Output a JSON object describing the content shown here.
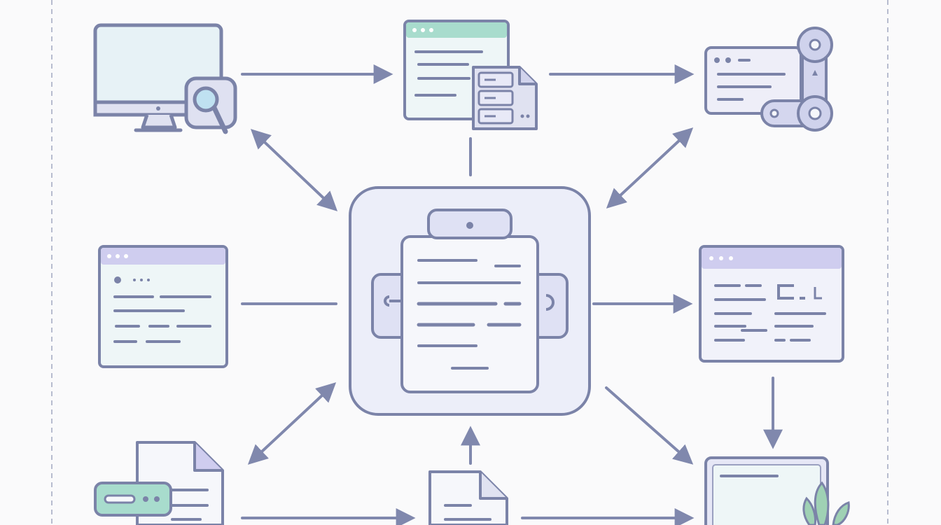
{
  "diagram": {
    "nodes": [
      {
        "id": "monitor-search",
        "icon": "monitor-with-magnifier-icon"
      },
      {
        "id": "browser-database",
        "icon": "browser-window-with-server-icon"
      },
      {
        "id": "window-robot-arm",
        "icon": "window-with-robotic-arm-icon"
      },
      {
        "id": "left-window",
        "icon": "browser-window-icon"
      },
      {
        "id": "central-document-hub",
        "icon": "clipboard-document-icon"
      },
      {
        "id": "right-window",
        "icon": "browser-window-with-code-icon"
      },
      {
        "id": "document-card",
        "icon": "document-with-card-icon"
      },
      {
        "id": "bottom-document",
        "icon": "file-icon"
      },
      {
        "id": "laptop-plant",
        "icon": "laptop-with-plant-icon"
      }
    ],
    "edges": [
      {
        "from": "monitor-search",
        "to": "browser-database",
        "style": "one-way"
      },
      {
        "from": "browser-database",
        "to": "window-robot-arm",
        "style": "one-way"
      },
      {
        "from": "monitor-search",
        "to": "central-document-hub",
        "style": "two-way"
      },
      {
        "from": "window-robot-arm",
        "to": "central-document-hub",
        "style": "two-way"
      },
      {
        "from": "browser-database",
        "to": "central-document-hub",
        "style": "line"
      },
      {
        "from": "left-window",
        "to": "central-document-hub",
        "style": "line"
      },
      {
        "from": "central-document-hub",
        "to": "right-window",
        "style": "one-way"
      },
      {
        "from": "document-card",
        "to": "central-document-hub",
        "style": "two-way"
      },
      {
        "from": "central-document-hub",
        "to": "laptop-plant",
        "style": "one-way"
      },
      {
        "from": "bottom-document",
        "to": "central-document-hub",
        "style": "one-way"
      },
      {
        "from": "right-window",
        "to": "laptop-plant",
        "style": "one-way"
      },
      {
        "from": "document-card",
        "to": "bottom-document",
        "style": "one-way"
      },
      {
        "from": "bottom-document",
        "to": "laptop-plant",
        "style": "one-way"
      }
    ]
  },
  "colors": {
    "stroke": "#7b83a8",
    "arrow": "#8088ad",
    "window_fill": "#eef6f7",
    "mint_bar": "#a8dccd",
    "lavender_bar": "#cfcdef",
    "lavender_fill": "#e8e9f7",
    "hub_fill": "#eceef9",
    "page_fill": "#f6f7fb",
    "leaf": "#9fd1b4",
    "frame_dash": "#b7bccf"
  }
}
